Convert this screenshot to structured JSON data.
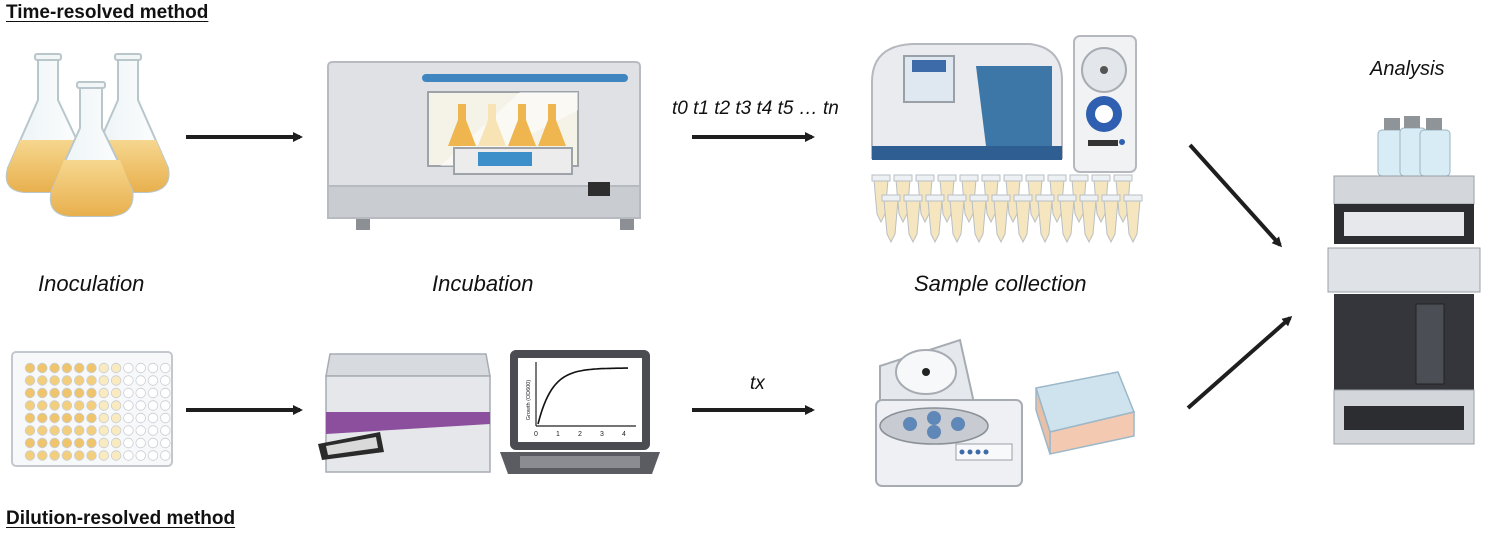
{
  "titles": {
    "time_resolved": "Time-resolved method",
    "dilution_resolved": "Dilution-resolved method"
  },
  "labels": {
    "inoculation": "Inoculation",
    "incubation": "Incubation",
    "sample_collection": "Sample collection",
    "analysis": "Analysis"
  },
  "arrow_labels": {
    "time_points": "t0 t1 t2 t3 t4 t5 … tn",
    "time_x": "tx"
  },
  "chart": {
    "ylabel": "Growth (OD600)",
    "ticks": [
      "0",
      "1",
      "2",
      "3",
      "4"
    ]
  },
  "colors": {
    "culture": "#f1c36b",
    "instrument_body": "#d9dbe0",
    "accent_blue": "#3f7fb8",
    "accent_purple": "#8b4f9e",
    "arrow": "#1e1e1e"
  }
}
